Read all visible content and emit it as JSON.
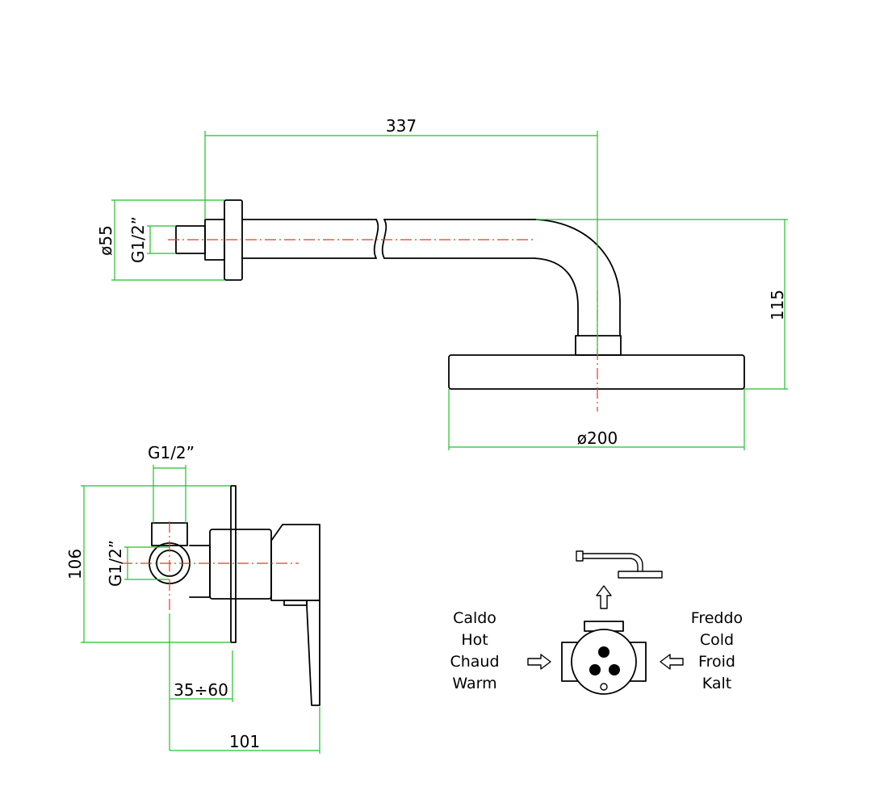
{
  "shower_arm": {
    "length_dim": "337",
    "flange_dia_dim": "ø55",
    "thread_dim": "G1/2”",
    "drop_dim": "115",
    "head_dia_dim": "ø200"
  },
  "mixer_side": {
    "thread_top_dim": "G1/2”",
    "thread_side_dim": "G1/2”",
    "height_dim": "106",
    "depth_range_dim": "35÷60",
    "total_depth_dim": "101"
  },
  "flow_schematic": {
    "hot_labels": [
      "Caldo",
      "Hot",
      "Chaud",
      "Warm"
    ],
    "cold_labels": [
      "Freddo",
      "Cold",
      "Froid",
      "Kalt"
    ]
  },
  "colors": {
    "object_lines": "#000000",
    "dimension_lines": "#22c02a",
    "axis_lines": "#e23a2a"
  }
}
